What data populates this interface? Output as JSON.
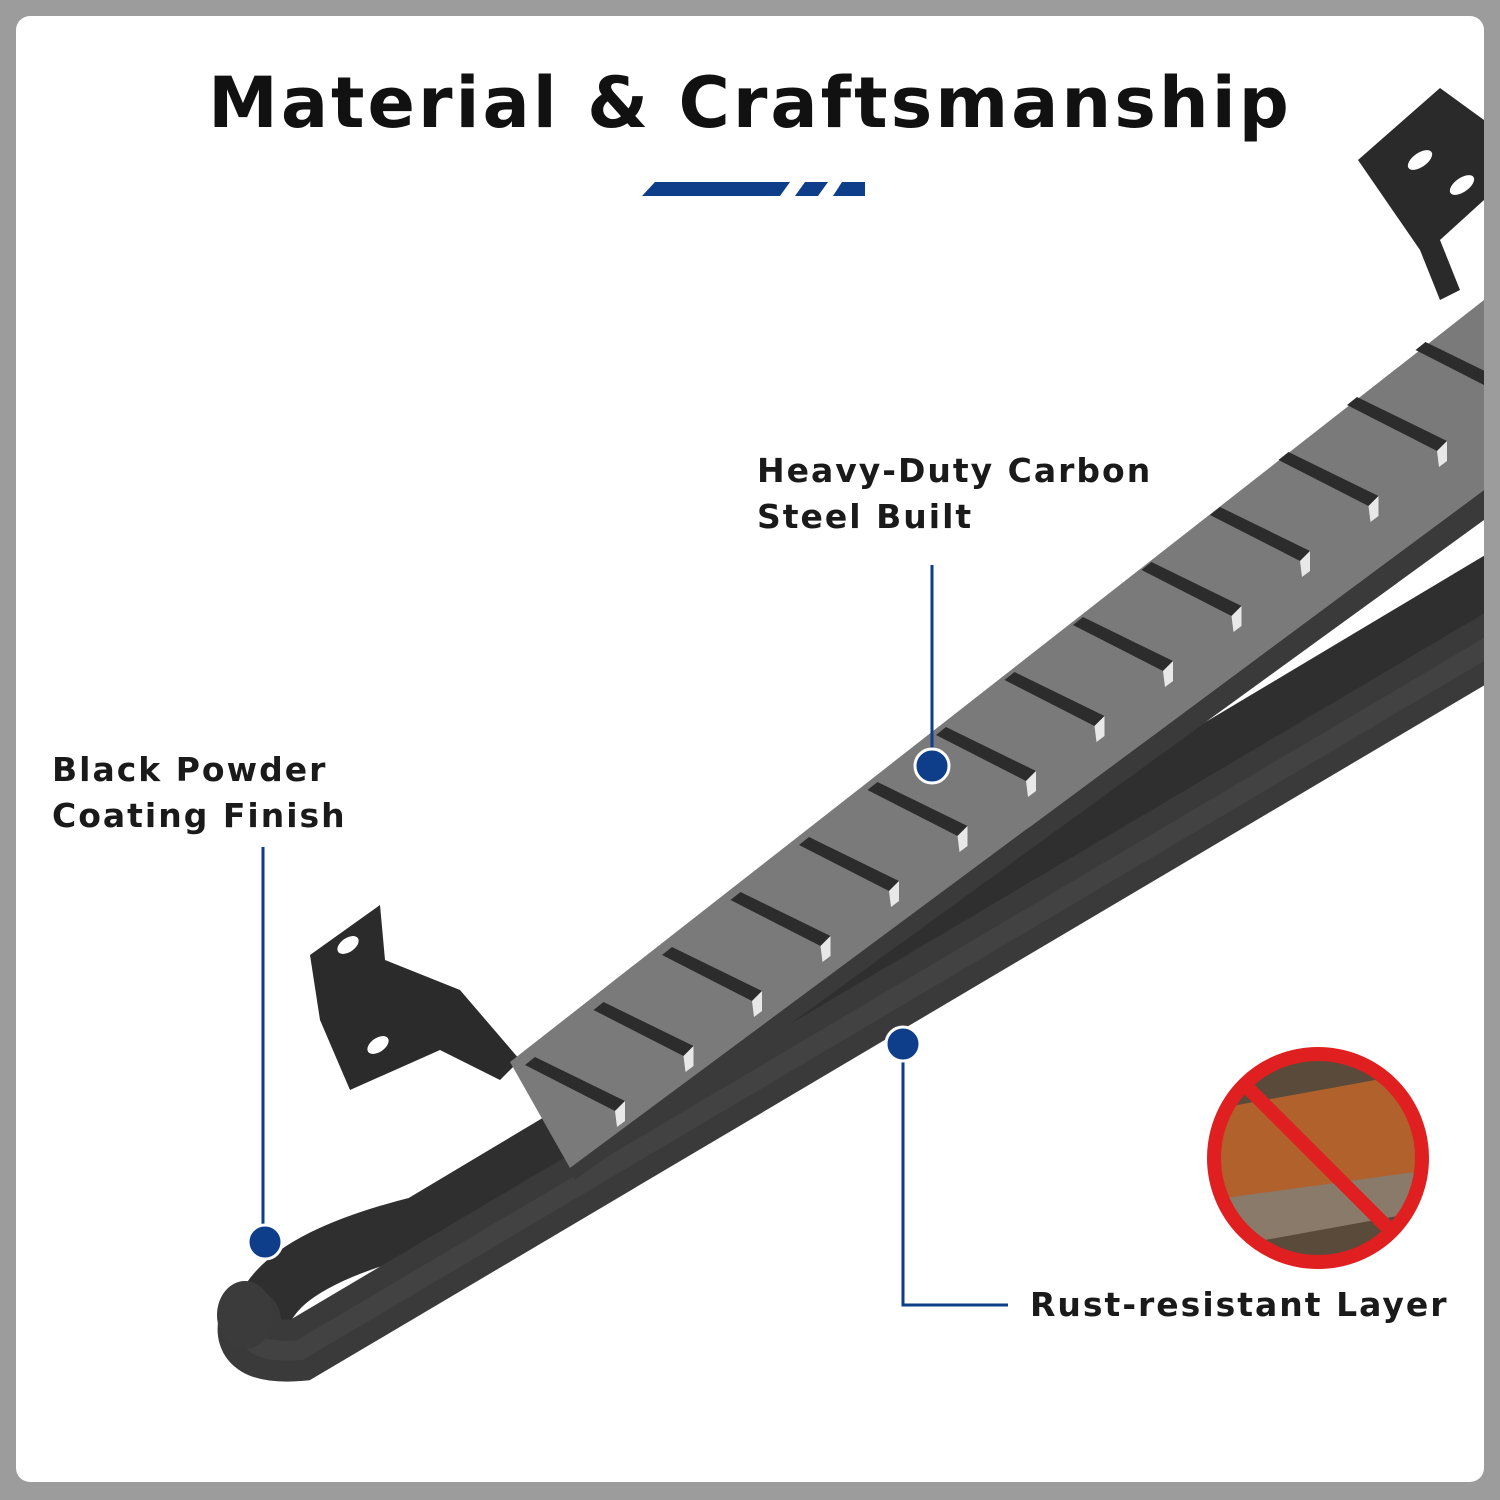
{
  "title": "Material & Craftsmanship",
  "accent_color": "#0e3d8a",
  "callouts": [
    {
      "line1": "Heavy-Duty Carbon",
      "line2": "Steel Built"
    },
    {
      "line1": "Black Powder",
      "line2": "Coating Finish"
    },
    {
      "line1": "Rust-resistant Layer"
    }
  ],
  "rust_icon": "no-rust-icon"
}
